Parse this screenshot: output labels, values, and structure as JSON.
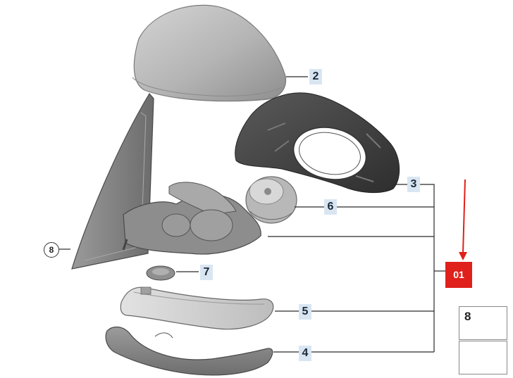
{
  "diagram": {
    "callouts": [
      {
        "label": "2"
      },
      {
        "label": "3"
      },
      {
        "label": "6"
      },
      {
        "label": "7"
      },
      {
        "label": "5"
      },
      {
        "label": "4"
      }
    ],
    "circled_callout": "8",
    "badge": {
      "label": "01",
      "color": "#e0201b"
    },
    "fastener": {
      "label": "8",
      "icon": "screw-icon"
    },
    "symbol_icon": "arrow-glyph-icon",
    "accent_callout_bg": "#d9e6f2",
    "arrow_color": "#e0201b"
  }
}
